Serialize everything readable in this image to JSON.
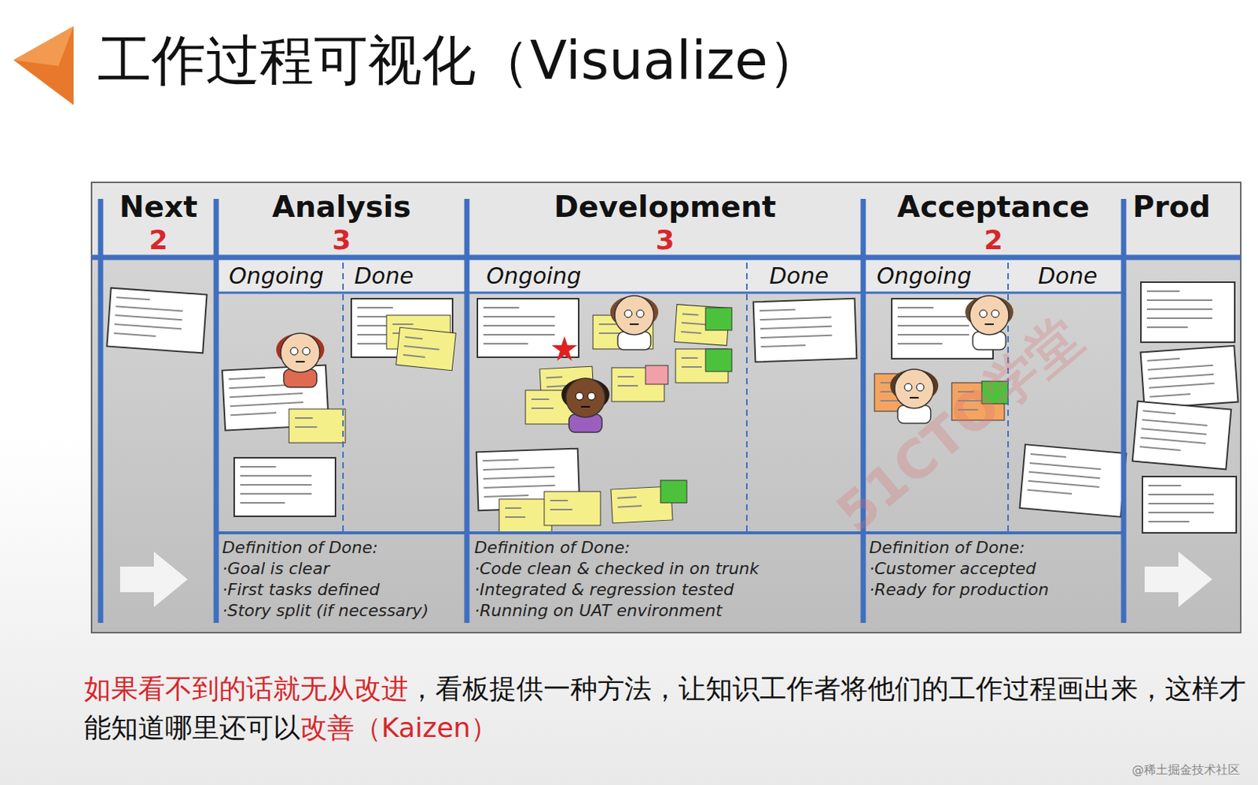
{
  "diagram": {
    "title": "工作过程可视化（Visualize）",
    "caption": "如果看不到的话就无从改进，看板提供一种方法，让知识工作者将他们的工作过程画出来，这样才能知道哪里还可以改善（Kaizen）",
    "nodes": [
      {
        "text": [
          "Next",
          "2"
        ]
      },
      {
        "text": [
          "Analysis",
          "3"
        ]
      },
      {
        "text": [
          "Development",
          "3"
        ]
      },
      {
        "text": [
          "Acceptance",
          "2"
        ]
      },
      {
        "text": [
          "Prod"
        ]
      },
      {
        "text": [
          "Definition of Done:",
          "·Goal is clear",
          "·First tasks defined",
          "·Story split (if necessary)"
        ],
        "in": 1
      },
      {
        "text": [
          "Definition of Done:",
          "·Code clean & checked in on trunk",
          "·Integrated & regression tested",
          "·Running on UAT environment"
        ],
        "in": 2
      },
      {
        "text": [
          "Definition of Done:",
          "·Customer accepted",
          "·Ready for production"
        ],
        "in": 3
      }
    ],
    "labels": [
      "Ongoing",
      "Done",
      "Ongoing",
      "Done",
      "Ongoing",
      "Done",
      "51CTO学堂",
      "@稀土掘金技术社区"
    ]
  }
}
